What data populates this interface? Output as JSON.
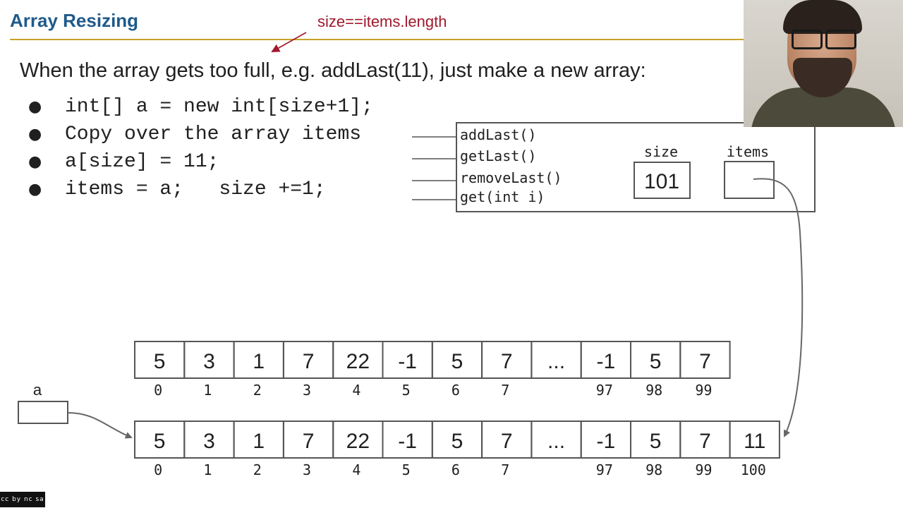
{
  "slide": {
    "title": "Array Resizing",
    "annotation": "size==items.length",
    "intro": "When the array gets too full, e.g. addLast(11), just make a new array:",
    "bullets": [
      "int[] a = new int[size+1];",
      "Copy over the array items",
      "a[size] = 11;",
      "items = a;   size +=1;"
    ],
    "bullet_glyph": "●"
  },
  "object_box": {
    "methods": [
      "addLast()",
      "getLast()",
      "removeLast()",
      "get(int i)"
    ],
    "size_label": "size",
    "size_value": "101",
    "items_label": "items"
  },
  "old_array": {
    "values": [
      "5",
      "3",
      "1",
      "7",
      "22",
      "-1",
      "5",
      "7",
      "...",
      "-1",
      "5",
      "7"
    ],
    "indices": [
      "0",
      "1",
      "2",
      "3",
      "4",
      "5",
      "6",
      "7",
      "",
      "97",
      "98",
      "99"
    ]
  },
  "new_array": {
    "values": [
      "5",
      "3",
      "1",
      "7",
      "22",
      "-1",
      "5",
      "7",
      "...",
      "-1",
      "5",
      "7",
      "11"
    ],
    "indices": [
      "0",
      "1",
      "2",
      "3",
      "4",
      "5",
      "6",
      "7",
      "",
      "97",
      "98",
      "99",
      "100"
    ]
  },
  "pointer_a": {
    "label": "a"
  },
  "license": {
    "text": "cc by nc sa"
  },
  "colors": {
    "title": "#1f5a8a",
    "rule": "#c9a227",
    "annotation": "#a0192c",
    "arrow": "#666666"
  }
}
